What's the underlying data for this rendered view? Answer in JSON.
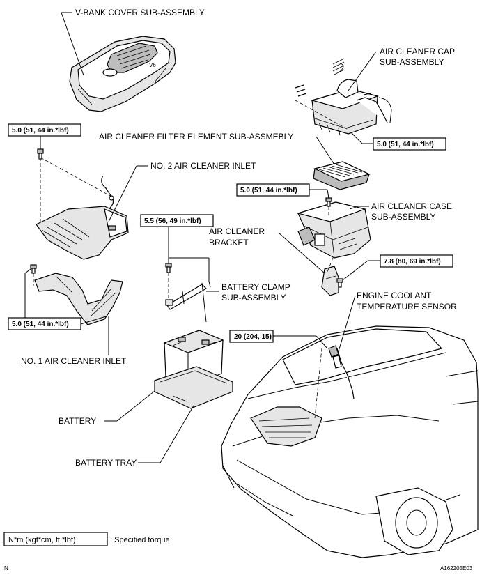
{
  "labels": {
    "vbank_cover": "V-BANK COVER SUB-ASSEMBLY",
    "air_cleaner_cap_1": "AIR CLEANER CAP",
    "air_cleaner_cap_2": "SUB-ASSEMBLY",
    "filter_element": "AIR CLEANER FILTER ELEMENT SUB-ASSMEBLY",
    "no2_inlet": "NO. 2 AIR CLEANER INLET",
    "air_cleaner_case_1": "AIR CLEANER CASE",
    "air_cleaner_case_2": "SUB-ASSEMBLY",
    "bracket_1": "AIR CLEANER",
    "bracket_2": "BRACKET",
    "battery_clamp_1": "BATTERY CLAMP",
    "battery_clamp_2": "SUB-ASSEMBLY",
    "coolant_sensor_1": "ENGINE COOLANT",
    "coolant_sensor_2": "TEMPERATURE SENSOR",
    "no1_inlet": "NO. 1 AIR CLEANER INLET",
    "battery": "BATTERY",
    "battery_tray": "BATTERY TRAY"
  },
  "torques": {
    "cap_bolt": "5.0 (51, 44 in.*lbf)",
    "no2_inlet_bolt": "5.0 (51, 44 in.*lbf)",
    "case_bolt": "5.0 (51, 44 in.*lbf)",
    "clamp_bolt": "5.5 (56, 49 in.*lbf)",
    "bracket_bolt": "7.8 (80, 69 in.*lbf)",
    "no1_inlet_bolt": "5.0 (51, 44 in.*lbf)",
    "coolant_sensor": "20 (204, 15)"
  },
  "legend": {
    "unit_box": "N*m (kgf*cm, ft.*lbf)",
    "text": ": Specified torque"
  },
  "footer": {
    "left": "N",
    "right": "A162205E03"
  },
  "emblem": "V6"
}
